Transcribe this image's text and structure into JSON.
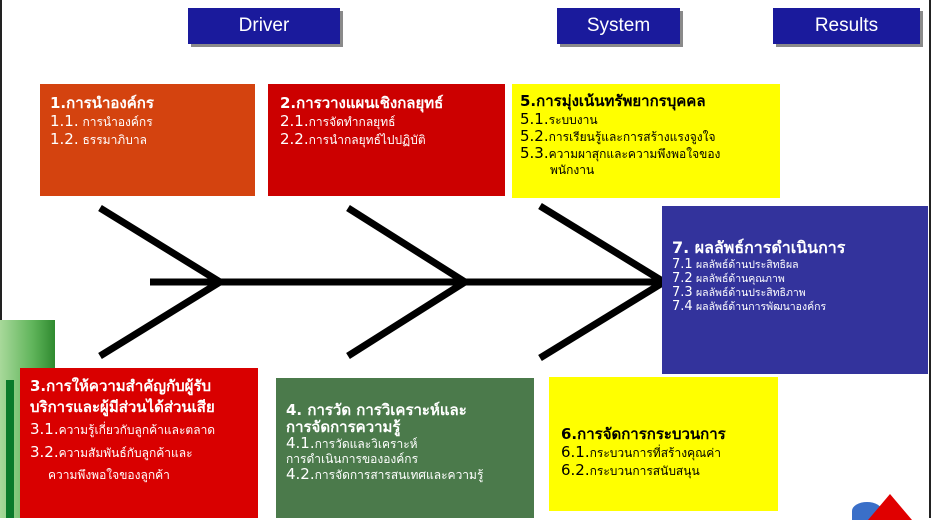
{
  "headers": {
    "driver": "Driver",
    "system": "System",
    "results": "Results"
  },
  "boxes": {
    "b1": {
      "title": "1.การนำองค์กร",
      "items": [
        {
          "num": "1.1.",
          "text": " การนำองค์กร"
        },
        {
          "num": "1.2.",
          "text": " ธรรมาภิบาล"
        }
      ]
    },
    "b2": {
      "title": "2.การวางแผนเชิงกลยุทธ์",
      "items": [
        {
          "num": "2.1.",
          "text": "การจัดทำกลยุทธ์"
        },
        {
          "num": "2.2.",
          "text": "การนำกลยุทธ์ไปปฏิบัติ"
        }
      ]
    },
    "b5": {
      "title": "5.การมุ่งเน้นทรัพยากรบุคคล",
      "items": [
        {
          "num": "5.1.",
          "text": "ระบบงาน"
        },
        {
          "num": "5.2.",
          "text": "การเรียนรู้และการสร้างแรงจูงใจ"
        },
        {
          "num": "5.3.",
          "text": "ความผาสุกและความพึงพอใจของ"
        }
      ],
      "cont": "พนักงาน"
    },
    "b7": {
      "title": "7. ผลลัพธ์การดำเนินการ",
      "items": [
        {
          "num": "7.1",
          "text": " ผลลัพธ์ด้านประสิทธิผล"
        },
        {
          "num": "7.2",
          "text": " ผลลัพธ์ด้านคุณภาพ"
        },
        {
          "num": "7.3",
          "text": " ผลลัพธ์ด้านประสิทธิภาพ"
        },
        {
          "num": "7.4",
          "text": " ผลลัพธ์ด้านการพัฒนาองค์กร"
        }
      ]
    },
    "b3": {
      "title_line1": "3.การให้ความสำคัญกับผู้รับ",
      "title_line2": "บริการและผู้มีส่วนได้ส่วนเสีย",
      "items": [
        {
          "num": "3.1.",
          "text": "ความรู้เกี่ยวกับลูกค้าและตลาด"
        },
        {
          "num": "3.2.",
          "text": "ความสัมพันธ์กับลูกค้าและ"
        }
      ],
      "cont": "ความพึงพอใจของลูกค้า"
    },
    "b4": {
      "title_line1": "4. การวัด การวิเคราะห์และ",
      "title_line2": "การจัดการความรู้",
      "items": [
        {
          "num": "4.1.",
          "text": "การวัดและวิเคราะห์"
        }
      ],
      "cont": "การดำเนินการขององค์กร",
      "items2": [
        {
          "num": "4.2.",
          "text": "การจัดการสารสนเทศและความรู้"
        }
      ]
    },
    "b6": {
      "title": "6.การจัดการกระบวนการ",
      "items": [
        {
          "num": "6.1.",
          "text": "กระบวนการที่สร้างคุณค่า"
        },
        {
          "num": "6.2.",
          "text": "กระบวนการสนับสนุน"
        }
      ]
    }
  },
  "colors": {
    "header": "#1a1a9c",
    "box1": "#d4430f",
    "box2": "#cc0000",
    "box5": "#ffff00",
    "box7": "#33339c",
    "box3": "#d90000",
    "box4": "#4b7a4b",
    "box6": "#ffff00",
    "spine": "#000000"
  }
}
